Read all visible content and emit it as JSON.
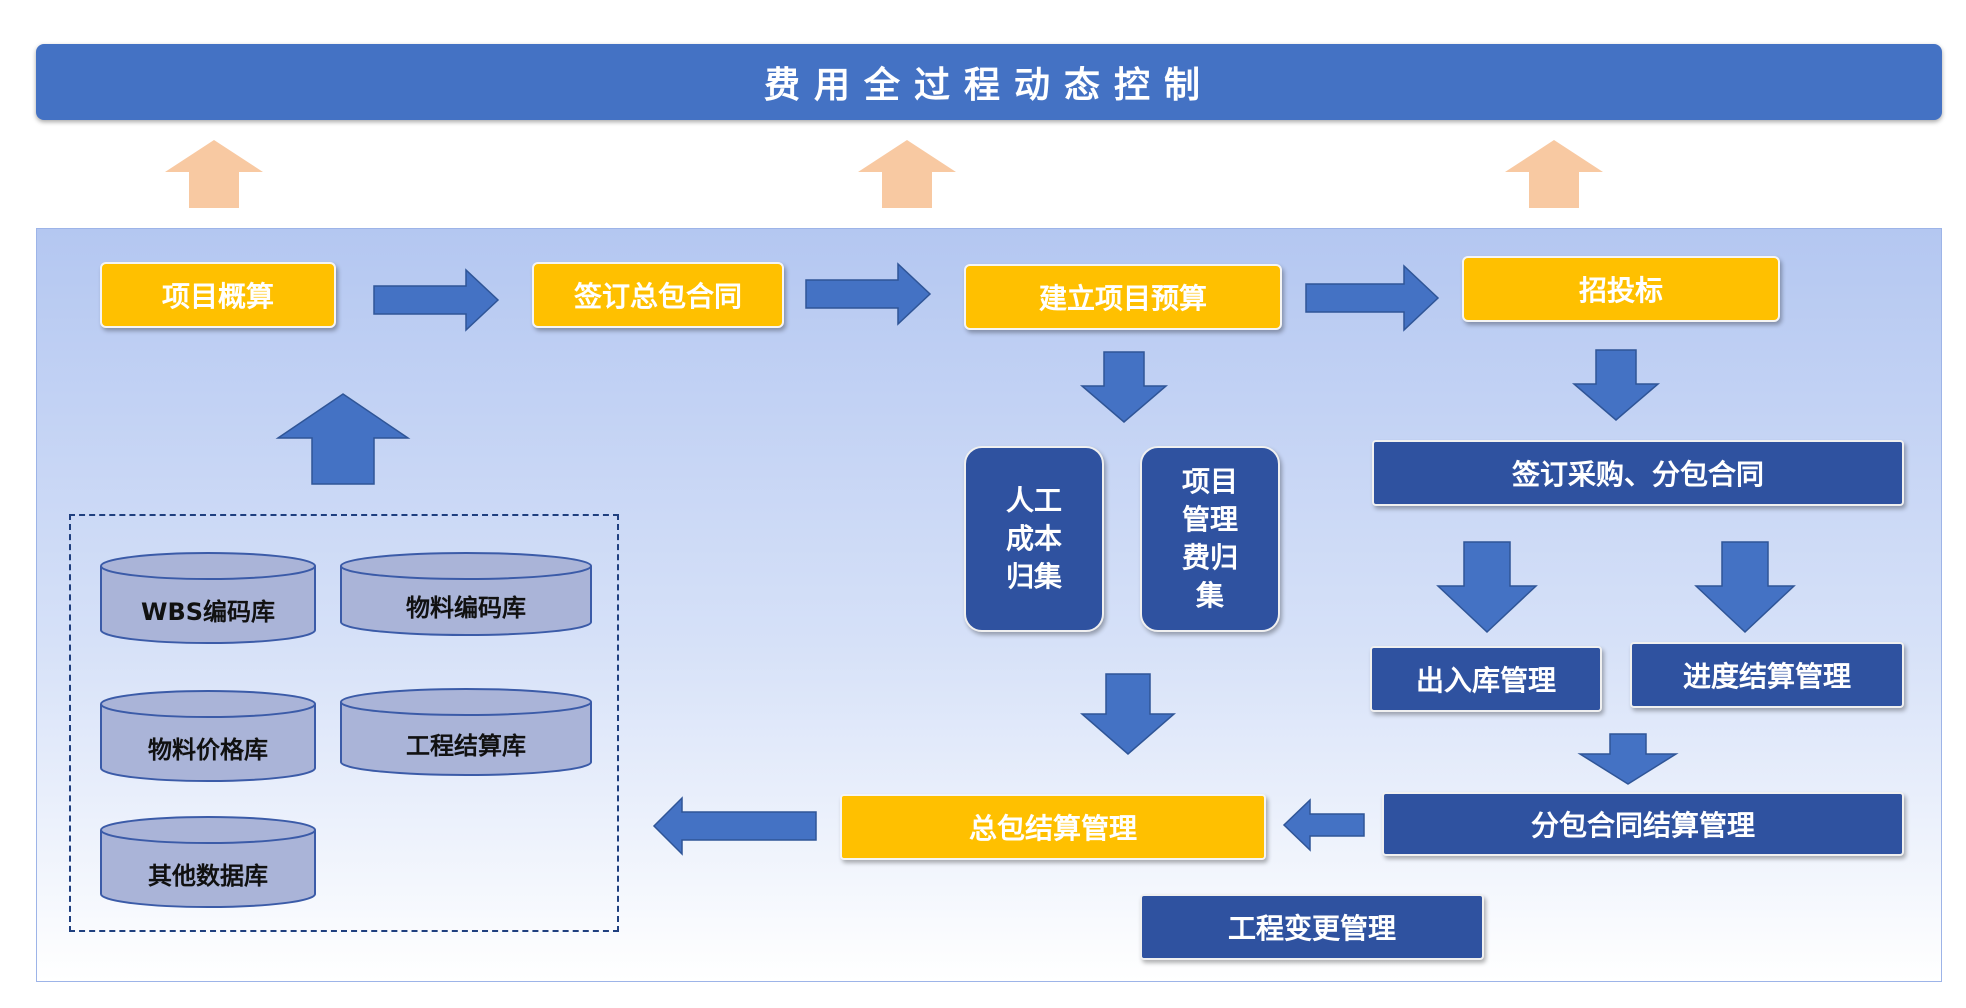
{
  "title": "费用全过程动态控制",
  "flow": {
    "project_estimate": "项目概算",
    "sign_general_contract": "签订总包合同",
    "project_budget": "建立项目预算",
    "bidding": "招投标",
    "labor_cost": "人工\n成本\n归集",
    "mgmt_fee": "项目\n管理\n费归\n集",
    "sign_procurement": "签订采购、分包合同",
    "warehouse": "出入库管理",
    "progress_settlement": "进度结算管理",
    "subcontract_settlement": "分包合同结算管理",
    "general_settlement": "总包结算管理",
    "change_mgmt": "工程变更管理"
  },
  "databases": {
    "wbs": "WBS编码库",
    "material_code": "物料编码库",
    "material_price": "物料价格库",
    "settlement": "工程结算库",
    "other": "其他数据库"
  },
  "colors": {
    "banner": "#4472c4",
    "gold": "#ffc000",
    "navy": "#2f52a0",
    "peach_arrow": "#f8c9a2",
    "blue_arrow": "#4472c4",
    "cylinder": "#aab4d8"
  }
}
